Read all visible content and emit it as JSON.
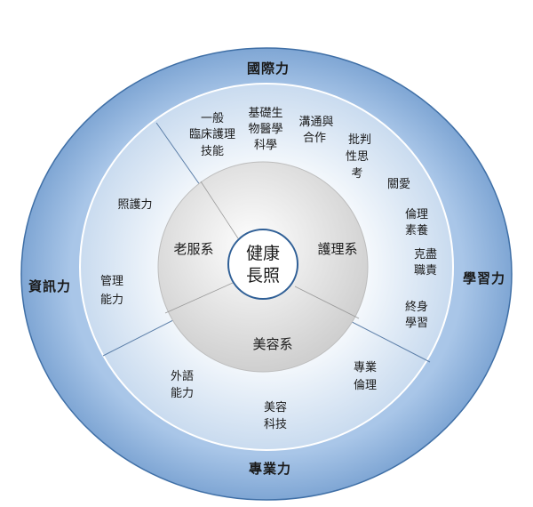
{
  "outer_ring": {
    "top": "國際力",
    "left": "資訊力",
    "right": "學習力",
    "bottom": "專業力"
  },
  "departments": {
    "left": "老服系",
    "right": "護理系",
    "bottom": "美容系"
  },
  "center": {
    "line1": "健康",
    "line2": "長照"
  },
  "competencies": {
    "general_clinical": [
      "一般",
      "臨床護理",
      "技能"
    ],
    "basic_medical": [
      "基礎生",
      "物醫學",
      "科學"
    ],
    "communication": [
      "溝通與",
      "合作"
    ],
    "critical_thinking": [
      "批判",
      "性思",
      "考"
    ],
    "caring": [
      "關愛"
    ],
    "ethics": [
      "倫理",
      "素養"
    ],
    "responsibility": [
      "克盡",
      "職責"
    ],
    "lifelong_learning": [
      "終身",
      "學習"
    ],
    "professional_ethics": [
      "專業",
      "倫理"
    ],
    "beauty_tech": [
      "美容",
      "科技"
    ],
    "foreign_language": [
      "外語",
      "能力"
    ],
    "care_ability": [
      "照護力"
    ],
    "management": [
      "管理",
      "能力"
    ]
  },
  "colors": {
    "outer_ring": "#93b7df",
    "outer_ring_edge": "#3f6fa6",
    "middle_ring": "#e3edf8",
    "core": "#dcdcdc",
    "center": "#ffffff",
    "center_edge": "#2f5f96"
  }
}
